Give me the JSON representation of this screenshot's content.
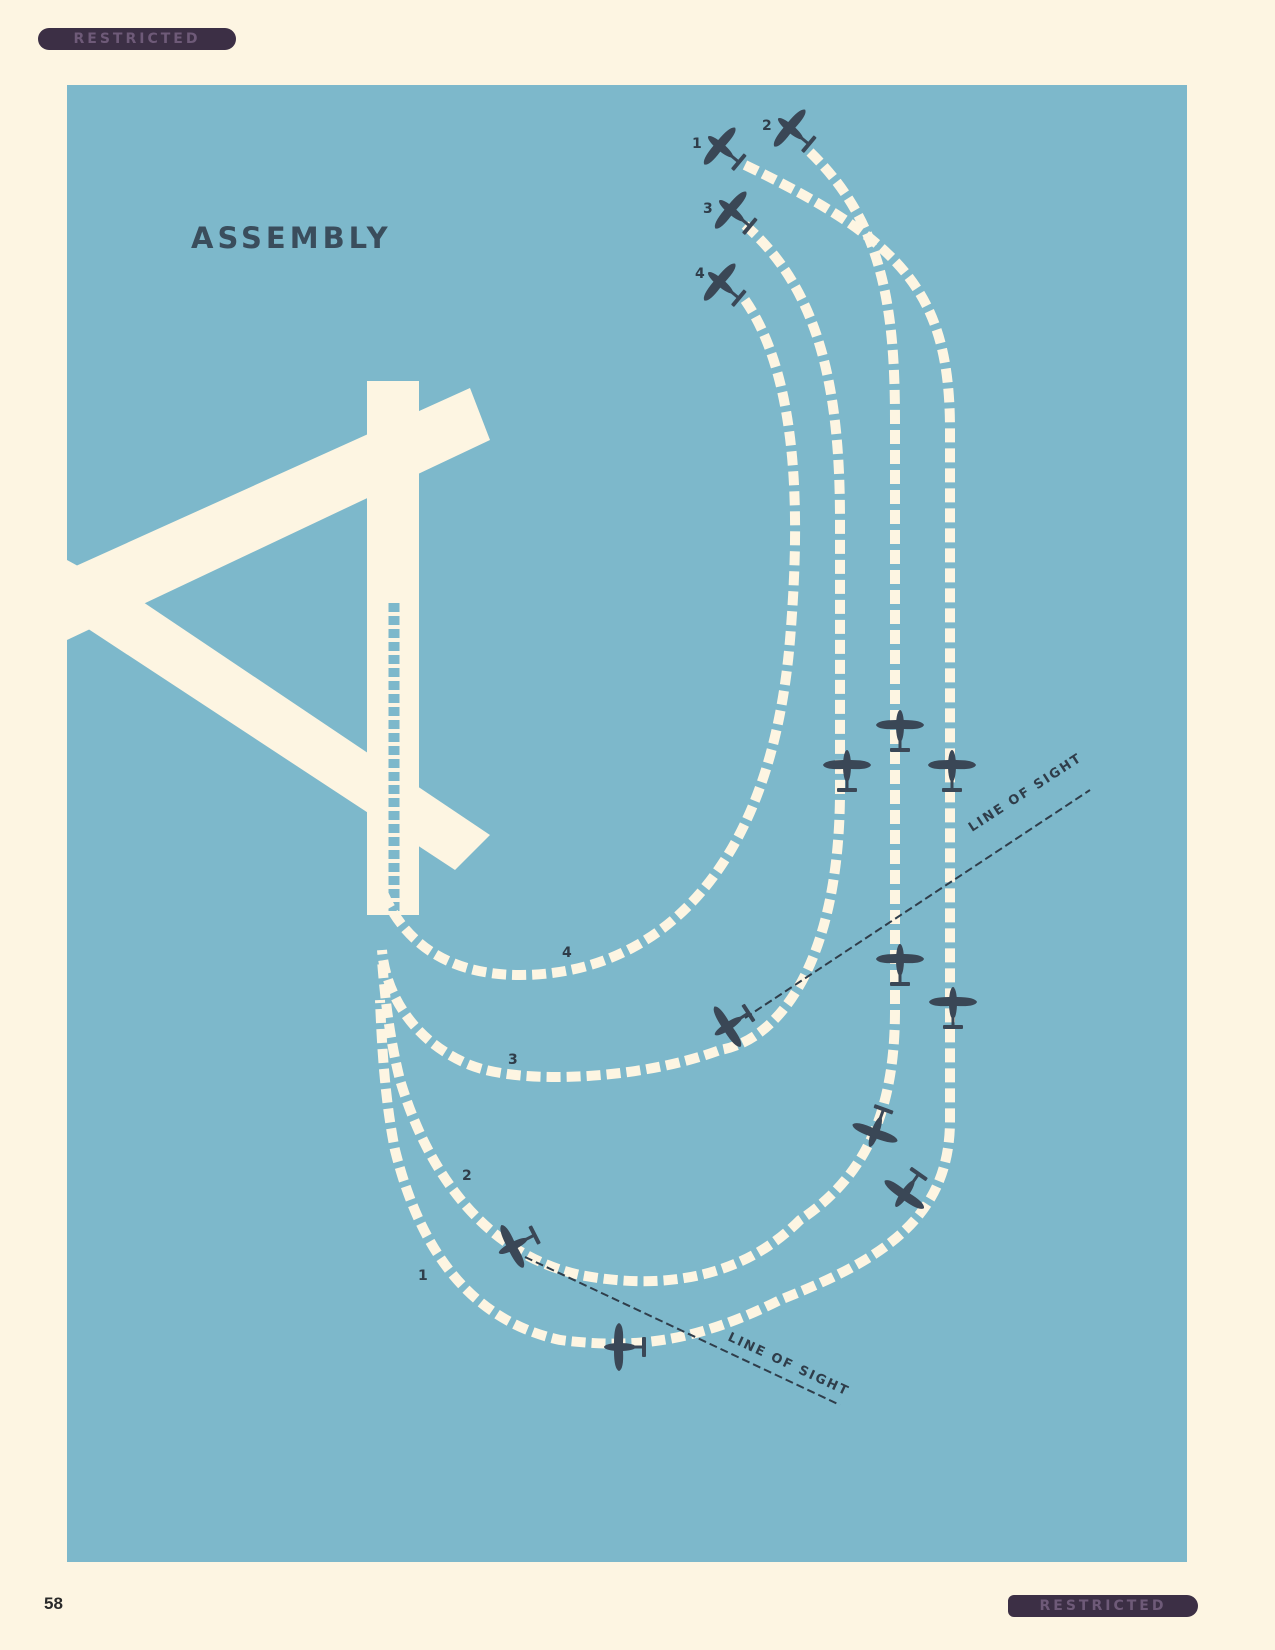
{
  "header": {
    "stamp": "RESTRICTED"
  },
  "diagram": {
    "title": "ASSEMBLY",
    "flight_labels": [
      "1",
      "2",
      "3",
      "4"
    ],
    "line_of_sight_label": "LINE OF SIGHT",
    "colors": {
      "background": "#7db8cb",
      "runway": "#fdf5e2",
      "aircraft": "#3a4756",
      "page": "#fdf5e2"
    }
  },
  "footer": {
    "page_number": "58",
    "stamp": "RESTRICTED"
  }
}
